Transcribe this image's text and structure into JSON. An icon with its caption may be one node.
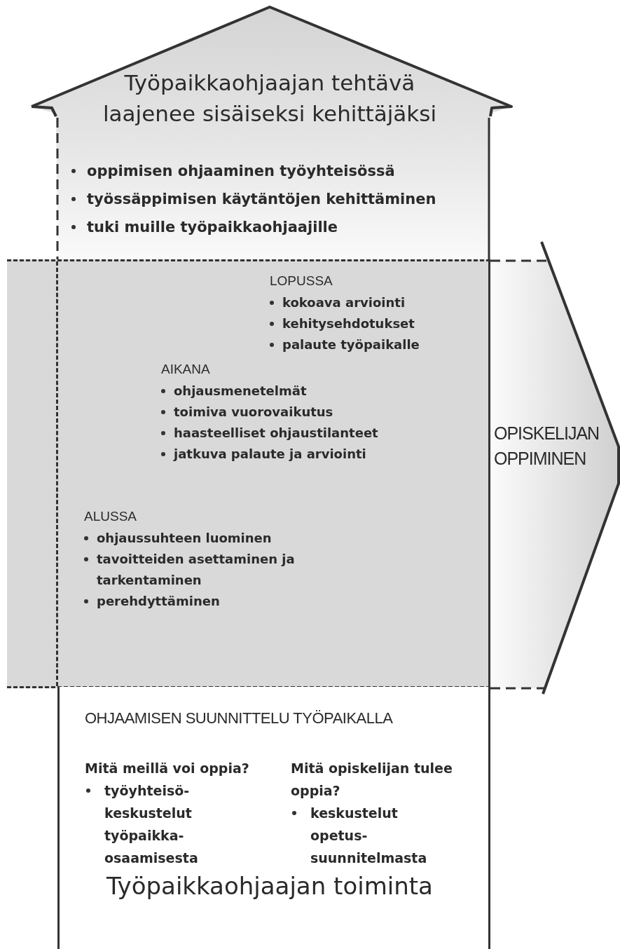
{
  "diagram": {
    "nodes": [
      {
        "text": [
          "Työpaikkaohjaajan tehtävä laajenee sisäiseksi kehittäjäksi",
          "oppimisen ohjaaminen työyhteisössä",
          "työssäppimisen käytäntöjen kehittäminen",
          "tuki muille työpaikkaohjaajille"
        ]
      },
      {
        "text": [
          "LOPUSSA",
          "kokoava arviointi",
          "kehitysehdotukset",
          "palaute työpaikalle",
          "AIKANA",
          "ohjausmenetelmät",
          "toimiva vuorovaikutus",
          "haasteelliset ohjaustilanteet",
          "jatkuva palaute ja arviointi",
          "ALUSSA",
          "ohjaussuhteen luominen",
          "tavoitteiden asettaminen ja tarkentaminen",
          "perehdyttäminen"
        ]
      },
      {
        "text": [
          "OPISKELIJAN OPPIMINEN"
        ]
      },
      {
        "text": [
          "OHJAAMISEN SUUNNITTELU TYÖPAIKALLA",
          "Mitä meillä voi oppia?",
          "työyhteisö-keskustelut työpaikka-osaamisesta",
          "Mitä opiskelijan tulee oppia?",
          "keskustelut opetus-suunnitelmasta",
          "Työpaikkaohjaajan toiminta"
        ]
      }
    ]
  }
}
